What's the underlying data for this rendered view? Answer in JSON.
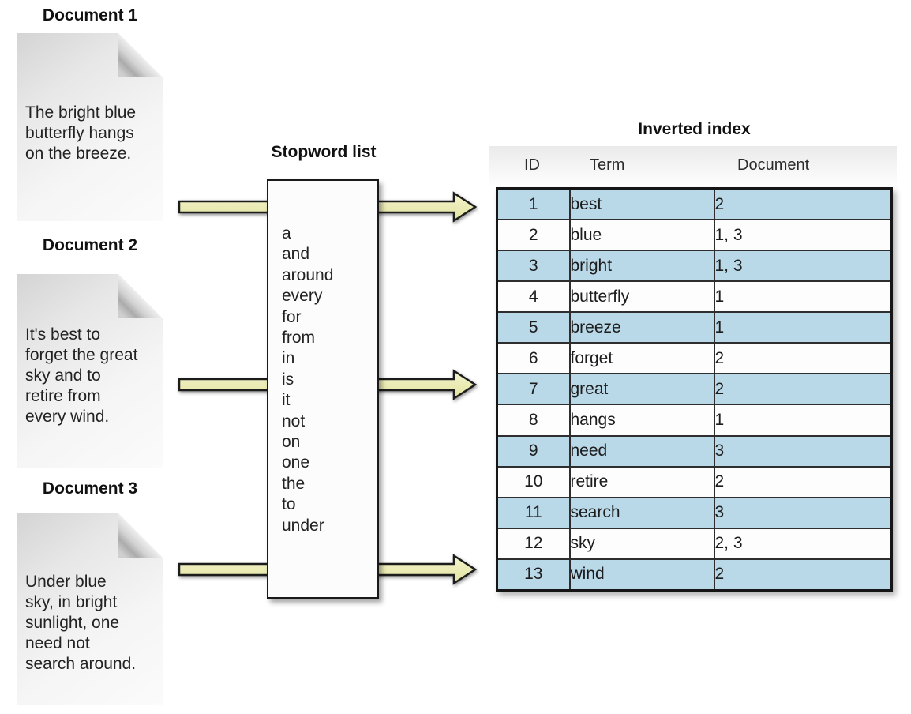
{
  "documents": [
    {
      "label": "Document 1",
      "lines": [
        "The bright blue",
        "butterfly hangs",
        "on the breeze."
      ]
    },
    {
      "label": "Document 2",
      "lines": [
        "It's best to",
        "forget the great",
        "sky and to",
        "retire from",
        "every wind."
      ]
    },
    {
      "label": "Document 3",
      "lines": [
        "Under blue",
        "sky, in bright",
        "sunlight, one",
        "need not",
        "search around."
      ]
    }
  ],
  "stopwords": {
    "title": "Stopword list",
    "words": [
      "a",
      "and",
      "around",
      "every",
      "for",
      "from",
      "in",
      "is",
      "it",
      "not",
      "on",
      "one",
      "the",
      "to",
      "under"
    ]
  },
  "index": {
    "title": "Inverted index",
    "columns": [
      "ID",
      "Term",
      "Document"
    ],
    "rows": [
      {
        "id": "1",
        "term": "best",
        "document": "2"
      },
      {
        "id": "2",
        "term": "blue",
        "document": "1, 3"
      },
      {
        "id": "3",
        "term": "bright",
        "document": "1, 3"
      },
      {
        "id": "4",
        "term": "butterfly",
        "document": "1"
      },
      {
        "id": "5",
        "term": "breeze",
        "document": "1"
      },
      {
        "id": "6",
        "term": "forget",
        "document": "2"
      },
      {
        "id": "7",
        "term": "great",
        "document": "2"
      },
      {
        "id": "8",
        "term": "hangs",
        "document": "1"
      },
      {
        "id": "9",
        "term": "need",
        "document": "3"
      },
      {
        "id": "10",
        "term": "retire",
        "document": "2"
      },
      {
        "id": "11",
        "term": "search",
        "document": "3"
      },
      {
        "id": "12",
        "term": "sky",
        "document": "2, 3"
      },
      {
        "id": "13",
        "term": "wind",
        "document": "2"
      }
    ]
  },
  "colors": {
    "row_highlight": "#b9d8e8",
    "row_plain": "#fdfdfd",
    "arrow_fill": "#eaeab0",
    "table_border": "#161616",
    "page_gray": "#e7e7e7"
  }
}
